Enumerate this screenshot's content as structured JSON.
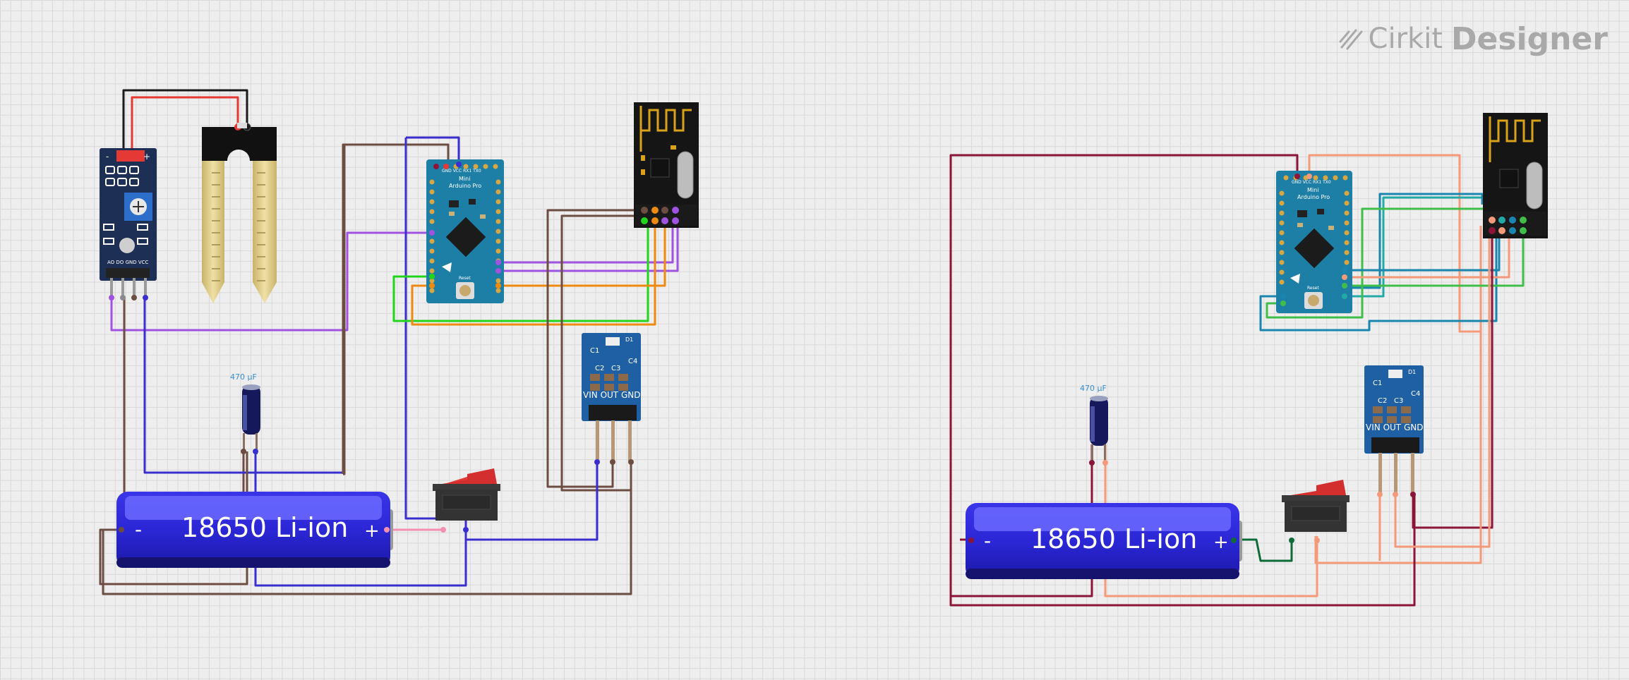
{
  "branding": {
    "name": "Cirkit",
    "product": "Designer"
  },
  "labels": {
    "battery": "18650 Li-ion",
    "battery_minus": "-",
    "battery_plus": "+",
    "capacitor": "470 µF",
    "sensor_pins": [
      "AO",
      "DO",
      "GND",
      "VCC"
    ],
    "regulator_pins": [
      "VIN",
      "OUT",
      "GND"
    ],
    "regulator_caps": [
      "C1",
      "C2",
      "C3",
      "C4"
    ],
    "regulator_diode": "D1",
    "arduino_name": [
      "Mini",
      "Arduino Pro"
    ],
    "arduino_top_pins": [
      "GND",
      "VCC",
      "RX1",
      "TX0"
    ],
    "arduino_reset": "Reset"
  },
  "colors": {
    "black": "#1a1a1a",
    "red": "#e53935",
    "brown": "#6d4c41",
    "purple": "#a052e0",
    "blue": "#3b2ecf",
    "green": "#22d41c",
    "orange": "#ef8a10",
    "pink": "#f48fb1",
    "maroon": "#8b1538",
    "salmon": "#f49a7a",
    "teal": "#1a86b0",
    "lgreen": "#3fbf4a",
    "dgreen": "#0f6b3a",
    "cyan": "#22a9a8"
  }
}
